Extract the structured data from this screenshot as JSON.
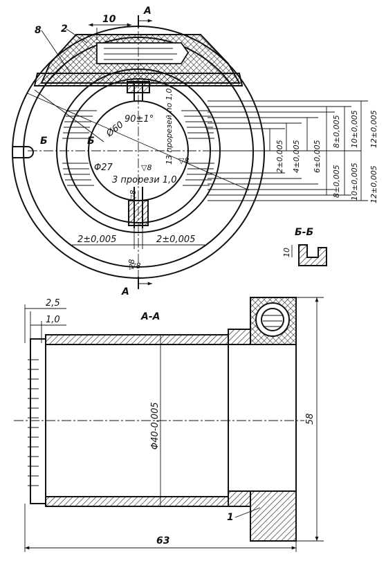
{
  "labels": {
    "part_8": "8",
    "part_2": "2",
    "part_1": "1",
    "dim_10": "10",
    "section_a_top": "A",
    "section_a_bottom": "A",
    "angle": "90±1°",
    "dia_60": "Ø60",
    "dia_27": "Φ27",
    "slots_13": "13 прорезей по 1,0",
    "slots_3": "3 прорези 1,0",
    "rough_8a": "▽8",
    "rough_8b": "▽8",
    "rough_8c": "▽8",
    "rough_8d": "▽8",
    "rough_8e": "▽8",
    "sec_b_left": "Б",
    "sec_b_right": "Б",
    "dim_2a": "2±0,005",
    "dim_2b": "2±0,005",
    "dim_2c": "2±0,005",
    "dim_4": "4±0,005",
    "dim_6": "6±0,005",
    "dim_8a": "8±0,005",
    "dim_8b": "8±0,005",
    "dim_10a": "10±0,005",
    "dim_10b": "10±0,005",
    "dim_12a": "12±0,005",
    "dim_12b": "12±0,005",
    "section_bb": "Б-Б",
    "dim_10_bb": "10",
    "section_aa": "А-А",
    "dim_2_5": "2,5",
    "dim_1_0": "1,0",
    "dia_40": "Φ40-0,005",
    "dim_58": "58",
    "dim_63": "63"
  }
}
